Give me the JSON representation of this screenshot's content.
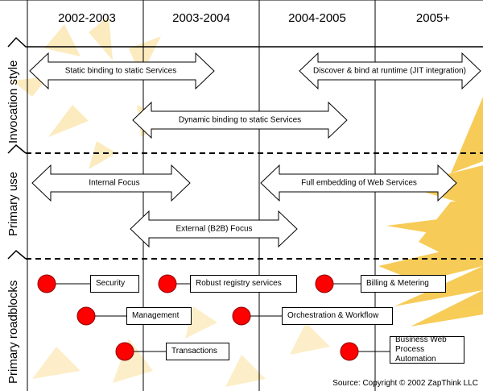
{
  "columns": [
    "2002-2003",
    "2003-2004",
    "2004-2005",
    "2005+"
  ],
  "rows": [
    "Invocation style",
    "Primary use",
    "Primary roadblocks"
  ],
  "arrows": [
    {
      "label": "Static binding to static Services"
    },
    {
      "label": "Discover & bind at runtime (JIT integration)"
    },
    {
      "label": "Dynamic binding to static Services"
    },
    {
      "label": "Internal Focus"
    },
    {
      "label": "Full embedding of Web Services"
    },
    {
      "label": "External (B2B) Focus"
    }
  ],
  "roadblocks": [
    {
      "label": "Security"
    },
    {
      "label": "Robust registry services"
    },
    {
      "label": "Billing & Metering"
    },
    {
      "label": "Management"
    },
    {
      "label": "Orchestration & Workflow"
    },
    {
      "label": "Transactions"
    },
    {
      "label": "Business Web Process Automation"
    }
  ],
  "source": "Source: Copyright © 2002 ZapThink LLC",
  "colors": {
    "bullet": "#ff0000",
    "sun": "#f6c33a"
  }
}
